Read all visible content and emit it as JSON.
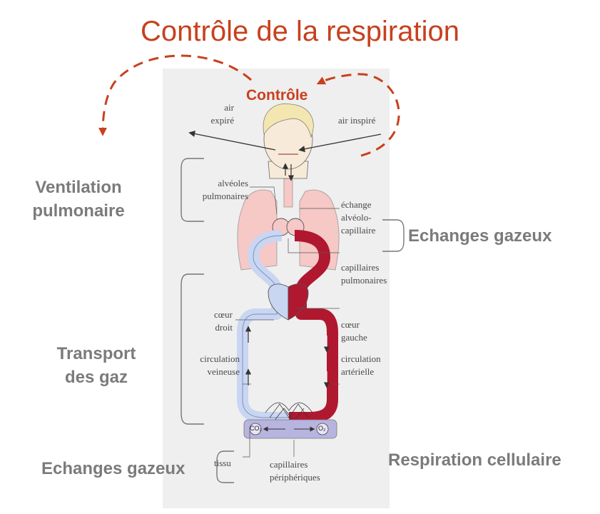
{
  "title": "Contrôle de la respiration",
  "control_label": "Contrôle",
  "side_labels": {
    "ventilation": [
      "Ventilation",
      "pulmonaire"
    ],
    "transport": [
      "Transport",
      "des gaz"
    ],
    "echanges_right": "Echanges gazeux",
    "echanges_left": "Echanges gazeux",
    "respiration": "Respiration cellulaire"
  },
  "figure_labels": {
    "air_expire": [
      "air",
      "expiré"
    ],
    "air_inspire": "air inspiré",
    "alveoles": [
      "alvéoles",
      "pulmonaires"
    ],
    "echange": [
      "échange",
      "alvéolo-",
      "capillaire"
    ],
    "capillaires_pulm": [
      "capillaires",
      "pulmonaires"
    ],
    "coeur_droit": [
      "cœur",
      "droit"
    ],
    "coeur_gauche": [
      "cœur",
      "gauche"
    ],
    "circ_veineuse": [
      "circulation",
      "veineuse"
    ],
    "circ_arterielle": [
      "circulation",
      "artérielle"
    ],
    "tissu": "tissu",
    "capillaires_periph": [
      "capillaires",
      "périphériques"
    ],
    "co2": "CO₂",
    "o2": "O₂"
  },
  "colors": {
    "title": "#c8401e",
    "control_arrow": "#c8401e",
    "side_text": "#7b7b7b",
    "venous_blood": "#c9d6f2",
    "arterial_blood": "#b01830",
    "lung": "#f6c8c6",
    "tissue": "#b8b4e0"
  }
}
